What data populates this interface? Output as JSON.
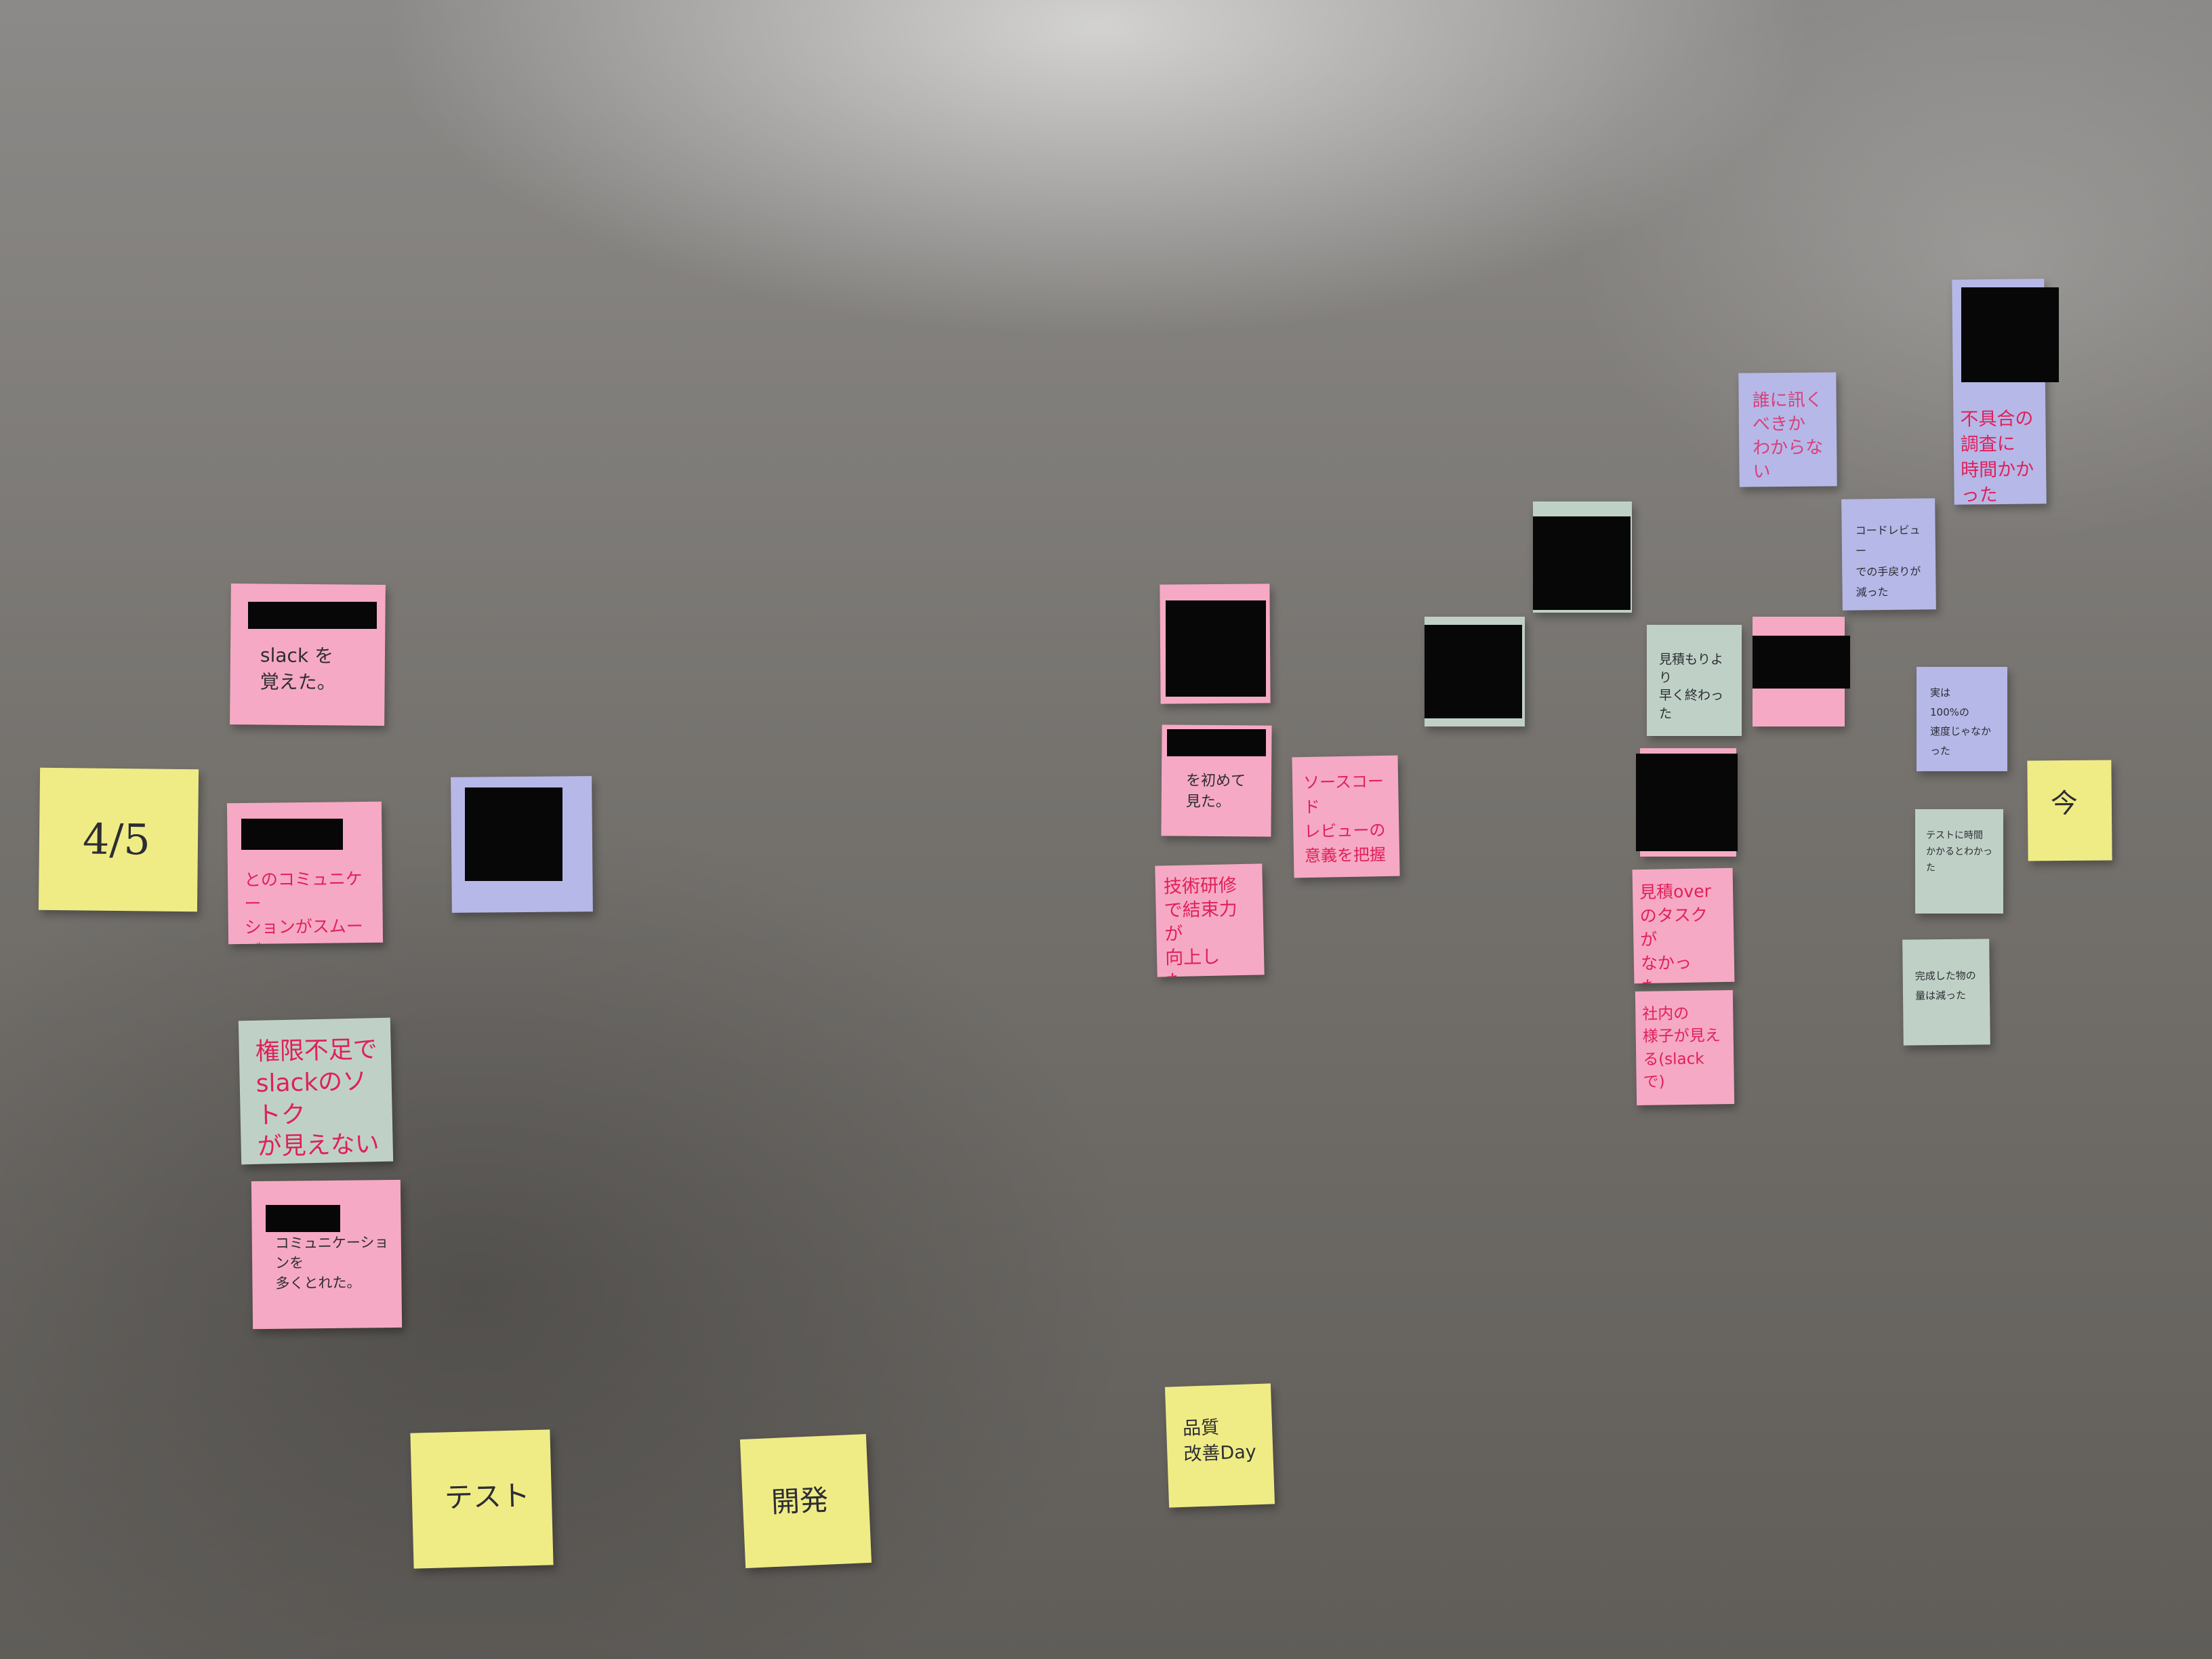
{
  "notes": {
    "date_label": "4/5",
    "slack_learned": "slack を\n覚えた。",
    "communication_smooth": "とのコミュニケー\nションがスムーズ",
    "slack_permission": "権限不足で\nslackのソトク\nが見えない",
    "communication_often": "コミュニケーションを\n多くとれた。",
    "test": "テスト",
    "dev": "開発",
    "quality_day": "品質\n改善Day",
    "seen_together": "を初めて\n見た。",
    "training": "技術研修\nで結束力が\n向上した。",
    "source_review": "ソースコード\nレビューの\n意義を把握",
    "estimate_early": "見積もりより\n早く終わった",
    "estimate_over": "見積over\nのタスクが\nなかった。",
    "company_visible": "社内の\n様子が見え\nる(slackで)",
    "who_to_ask": "誰に訊く\nべきか\nわからない",
    "bug_investigation": "不具合の\n調査に\n時間かかった",
    "code_review": "コードレビュー\nでの手戻りが\n減った",
    "actually_100": "実は\n100%の\n速度じゃなかった",
    "now": "今",
    "test_time": "テストに時間\nかかるとわかった",
    "finished_less": "完成した物の\n量は減った"
  }
}
